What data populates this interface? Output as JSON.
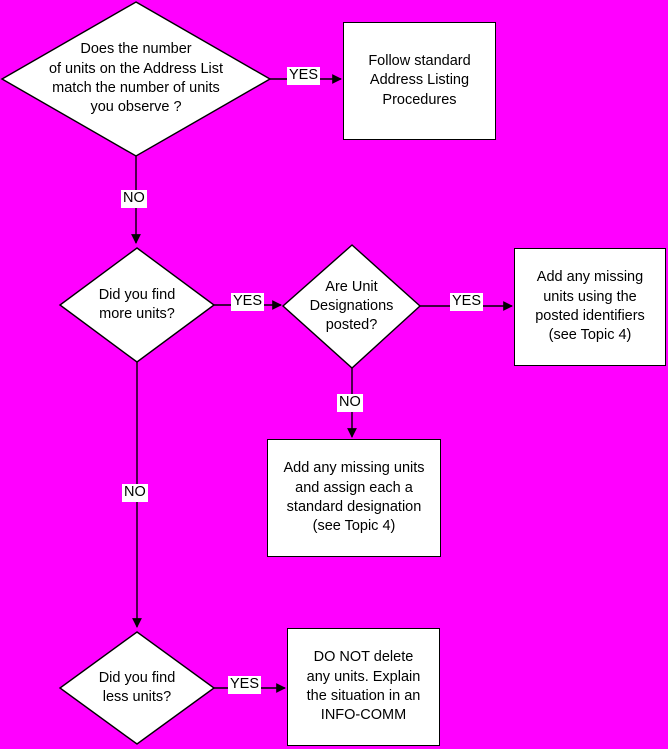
{
  "diagram": {
    "type": "flowchart",
    "title": "Address List Unit Count Verification Flowchart",
    "background_color": "#FF00FF",
    "node_fill_color": "#FFFFFF",
    "node_border_color": "#000000",
    "text_color": "#000000"
  },
  "nodes": {
    "decision_match": {
      "shape": "decision",
      "lines": [
        "Does the number",
        "of units on the Address List",
        "match the number of units",
        "you observe ?"
      ]
    },
    "process_follow_standard": {
      "shape": "process",
      "lines": [
        "Follow standard",
        "Address Listing",
        "Procedures"
      ]
    },
    "decision_more_units": {
      "shape": "decision",
      "lines": [
        "Did you find",
        "more units?"
      ]
    },
    "decision_designations": {
      "shape": "decision",
      "lines": [
        "Are Unit",
        "Designations",
        "posted?"
      ]
    },
    "process_add_posted": {
      "shape": "process",
      "lines": [
        "Add any missing",
        "units using the",
        "posted identifiers",
        "(see Topic 4)"
      ]
    },
    "process_add_standard": {
      "shape": "process",
      "lines": [
        "Add any missing units",
        "and assign each a",
        "standard designation",
        "(see Topic 4)"
      ]
    },
    "decision_less_units": {
      "shape": "decision",
      "lines": [
        "Did you find",
        "less units?"
      ]
    },
    "process_do_not_delete": {
      "shape": "process",
      "lines": [
        "DO NOT delete",
        "any units.  Explain",
        "the situation in an",
        "INFO-COMM"
      ]
    }
  },
  "edge_labels": {
    "match_yes": "YES",
    "match_no": "NO",
    "more_units_yes": "YES",
    "more_units_no": "NO",
    "designations_yes": "YES",
    "designations_no": "NO",
    "less_units_yes": "YES"
  }
}
